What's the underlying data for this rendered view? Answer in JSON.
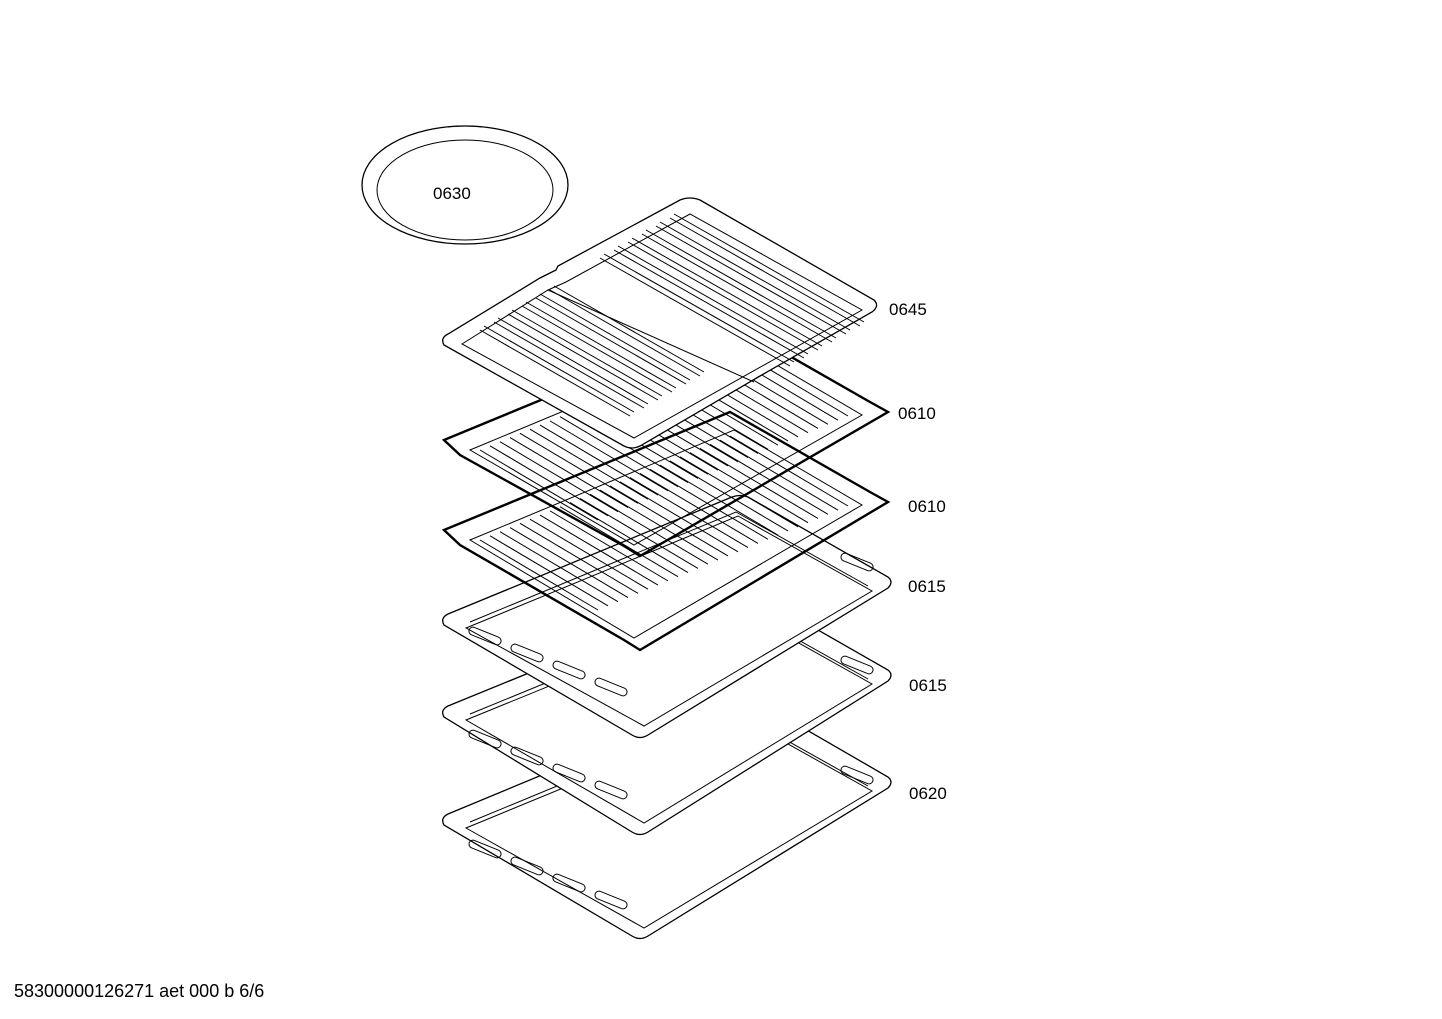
{
  "parts": [
    {
      "id": "dish",
      "label": "0630"
    },
    {
      "id": "grill-pan",
      "label": "0645"
    },
    {
      "id": "rack-upper",
      "label": "0610"
    },
    {
      "id": "rack-lower",
      "label": "0610"
    },
    {
      "id": "baking-tray-upper",
      "label": "0615"
    },
    {
      "id": "baking-tray-lower",
      "label": "0615"
    },
    {
      "id": "deep-tray",
      "label": "0620"
    }
  ],
  "footer": {
    "text": "58300000126271 aet 000 b 6/6"
  }
}
